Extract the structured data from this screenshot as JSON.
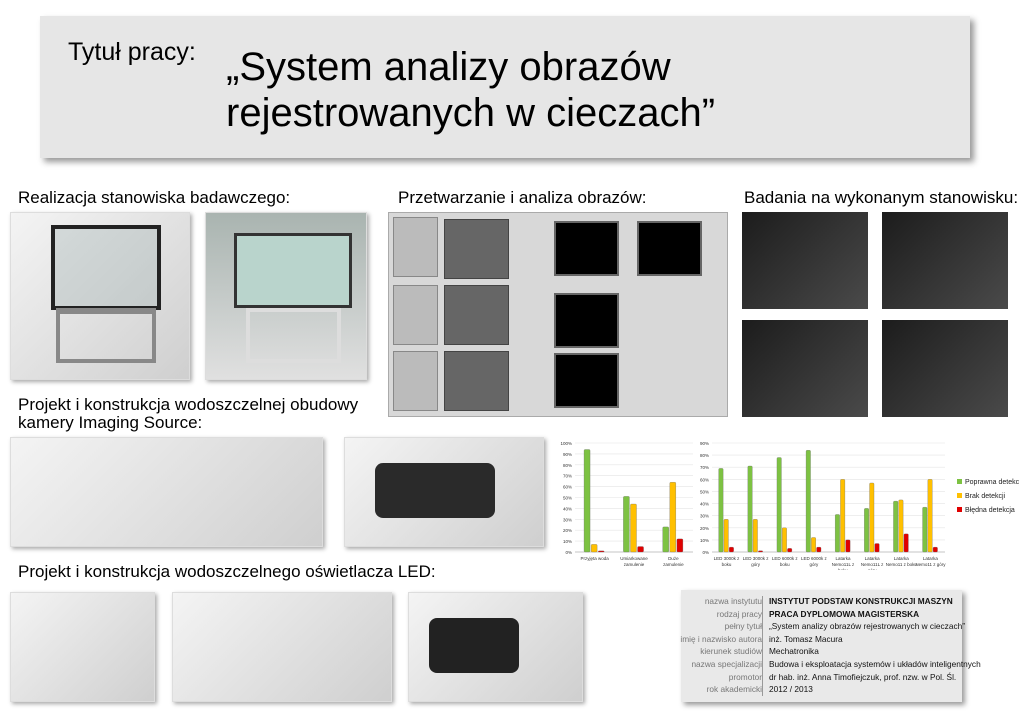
{
  "title_label": "Tytuł pracy:",
  "title_line1": "„System analizy obrazów",
  "title_line2": "rejestrowanych w cieczach”",
  "sections": {
    "s1": "Realizacja stanowiska badawczego:",
    "s2": "Przetwarzanie i analiza obrazów:",
    "s3": "Badania na wykonanym stanowisku:",
    "s4a": "Projekt i konstrukcja wodoszczelnej obudowy",
    "s4b": "kamery Imaging Source:",
    "s5": "Projekt i konstrukcja wodoszczelnego oświetlacza LED:"
  },
  "colors": {
    "green": "#7dc242",
    "yellow": "#ffc000",
    "red": "#e00000"
  },
  "chart_data": [
    {
      "type": "bar",
      "categories": [
        "Przyjęta woda",
        "Umiarkowane zamulenie",
        "Duże zamulenie"
      ],
      "series": [
        {
          "name": "Poprawna detekcja",
          "values": [
            94,
            51,
            23
          ]
        },
        {
          "name": "Brak detekcji",
          "values": [
            7,
            44,
            64
          ]
        },
        {
          "name": "Błędna detekcja",
          "values": [
            1,
            5,
            12
          ]
        }
      ],
      "ylim": [
        0,
        100
      ],
      "yticks": [
        "0%",
        "10%",
        "20%",
        "30%",
        "40%",
        "50%",
        "60%",
        "70%",
        "80%",
        "90%",
        "100%"
      ]
    },
    {
      "type": "bar",
      "categories": [
        "LED 3000k z boku",
        "LED 3000k z góry",
        "LED 6000k z boku",
        "LED 6000k z góry",
        "Latarka Nemo11L z boku",
        "Latarka Nemo11L z góry",
        "Latarka Nemo11 z boku",
        "Latarka Nemo11 z góry"
      ],
      "series": [
        {
          "name": "Poprawna detekcja",
          "values": [
            69,
            71,
            78,
            84,
            31,
            36,
            42,
            37
          ]
        },
        {
          "name": "Brak detekcji",
          "values": [
            27,
            27,
            20,
            12,
            60,
            57,
            43,
            60
          ]
        },
        {
          "name": "Błędna detekcja",
          "values": [
            4,
            1,
            3,
            4,
            10,
            7,
            15,
            4
          ]
        }
      ],
      "ylim": [
        0,
        90
      ],
      "yticks": [
        "0%",
        "10%",
        "20%",
        "30%",
        "40%",
        "50%",
        "60%",
        "70%",
        "80%",
        "90%"
      ],
      "legend": "right"
    }
  ],
  "info": [
    {
      "k": "nazwa instytutu",
      "v": "INSTYTUT PODSTAW KONSTRUKCJI MASZYN"
    },
    {
      "k": "rodzaj pracy",
      "v": "PRACA DYPLOMOWA MAGISTERSKA"
    },
    {
      "k": "pełny tytuł",
      "v": "„System analizy obrazów rejestrowanych w cieczach”"
    },
    {
      "k": "imię i nazwisko autora",
      "v": "inż. Tomasz Macura"
    },
    {
      "k": "kierunek studiów",
      "v": "Mechatronika"
    },
    {
      "k": "nazwa specjalizacji",
      "v": "Budowa i eksploatacja systemów i układów inteligentnych"
    },
    {
      "k": "promotor",
      "v": "dr hab. inż. Anna Timofiejczuk, prof. nzw. w Pol. Śl."
    },
    {
      "k": "rok akademicki",
      "v": "2012 / 2013"
    }
  ]
}
